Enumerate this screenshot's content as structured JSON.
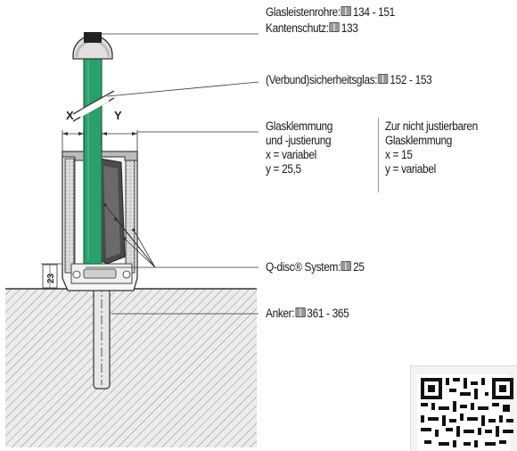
{
  "labels": {
    "glasleisten": "Glasleistenrohre:",
    "glasleisten_ref": "134 - 151",
    "kantenschutz": "Kantenschutz:",
    "kantenschutz_ref": "133",
    "verbund": "(Verbund)sicherheitsglas:",
    "verbund_ref": "152 - 153",
    "klemm_left_1": "Glasklemmung",
    "klemm_left_2": "und -justierung",
    "klemm_left_3": "x = variabel",
    "klemm_left_4": "y = 25,5",
    "klemm_right_1": "Zur nicht justierbaren",
    "klemm_right_2": "Glasklemmung",
    "klemm_right_3": "x = 15",
    "klemm_right_4": "y = variabel",
    "qdisc": "Q-disc® System:",
    "qdisc_ref": "25",
    "anker": "Anker:",
    "anker_ref": "361 - 365"
  },
  "dimensions": {
    "x_label": "X",
    "y_label": "Y",
    "height_label": "23"
  },
  "colors": {
    "glass": "#2aa06a",
    "glass_dark": "#1c7a4f",
    "profile": "#d9d9d9",
    "clamp": "#444444",
    "ground_hatch": "#9a9a9a"
  }
}
